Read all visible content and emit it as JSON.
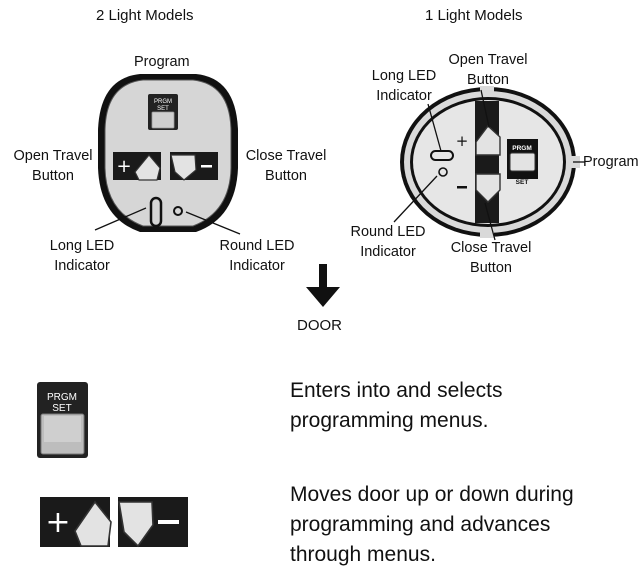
{
  "left_panel": {
    "title": "2 Light Models",
    "program_label": "Program",
    "open_label": [
      "Open Travel",
      "Button"
    ],
    "close_label": [
      "Close Travel",
      "Button"
    ],
    "long_led_label": [
      "Long LED",
      "Indicator"
    ],
    "round_led_label": [
      "Round LED",
      "Indicator"
    ],
    "prgm_button_text": [
      "PRGM",
      "SET"
    ]
  },
  "right_panel": {
    "title": "1 Light Models",
    "long_led_label": [
      "Long LED",
      "Indicator"
    ],
    "open_label": [
      "Open Travel",
      "Button"
    ],
    "program_label": "Program",
    "round_led_label": [
      "Round LED",
      "Indicator"
    ],
    "close_label": [
      "Close Travel",
      "Button"
    ],
    "prgm_button_text": [
      "PRGM",
      "SET"
    ]
  },
  "door_label": "DOOR",
  "legend": [
    {
      "button": "prgm-set",
      "text": [
        "Enters into and selects",
        "programming menus."
      ]
    },
    {
      "button": "travel",
      "text": [
        "Moves door up or down during",
        "programming and advances",
        "through menus."
      ]
    }
  ],
  "colors": {
    "ink": "#111111",
    "panel_dark": "#1a1a1a",
    "panel_grey": "#d6d6d6",
    "key_grey": "#bdbdbd"
  }
}
